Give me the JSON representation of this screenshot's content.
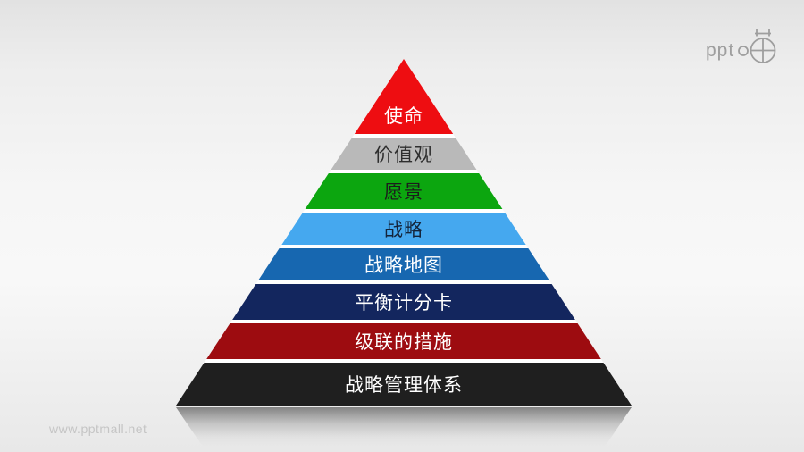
{
  "slide": {
    "background_top": "#e2e2e2",
    "background_middle": "#f8f8f8",
    "background_bottom": "#e8e8e8"
  },
  "logo": {
    "text": "ppt",
    "color": "#9e9e9e",
    "mark": "circle-crosshair-basket-icon"
  },
  "watermark": {
    "text": "www.pptmall.net",
    "color": "#c5c5c5"
  },
  "pyramid": {
    "gap": 4,
    "separator_color": "#ffffff",
    "layers": [
      {
        "label": "使命",
        "color": "#ee0d11",
        "text_color": "#ffffff",
        "height": 84
      },
      {
        "label": "价值观",
        "color": "#b9b9b9",
        "text_color": "#2e2e2e",
        "height": 36
      },
      {
        "label": "愿景",
        "color": "#0ca60f",
        "text_color": "#1c1c1c",
        "height": 40
      },
      {
        "label": "战略",
        "color": "#45a8ef",
        "text_color": "#14243a",
        "height": 36
      },
      {
        "label": "战略地图",
        "color": "#1767b0",
        "text_color": "#ffffff",
        "height": 36
      },
      {
        "label": "平衡计分卡",
        "color": "#13265e",
        "text_color": "#ffffff",
        "height": 40
      },
      {
        "label": "级联的措施",
        "color": "#9d0c10",
        "text_color": "#ffffff",
        "height": 40
      },
      {
        "label": "战略管理体系",
        "color": "#1f1f1f",
        "text_color": "#ffffff",
        "height": 48
      }
    ]
  }
}
